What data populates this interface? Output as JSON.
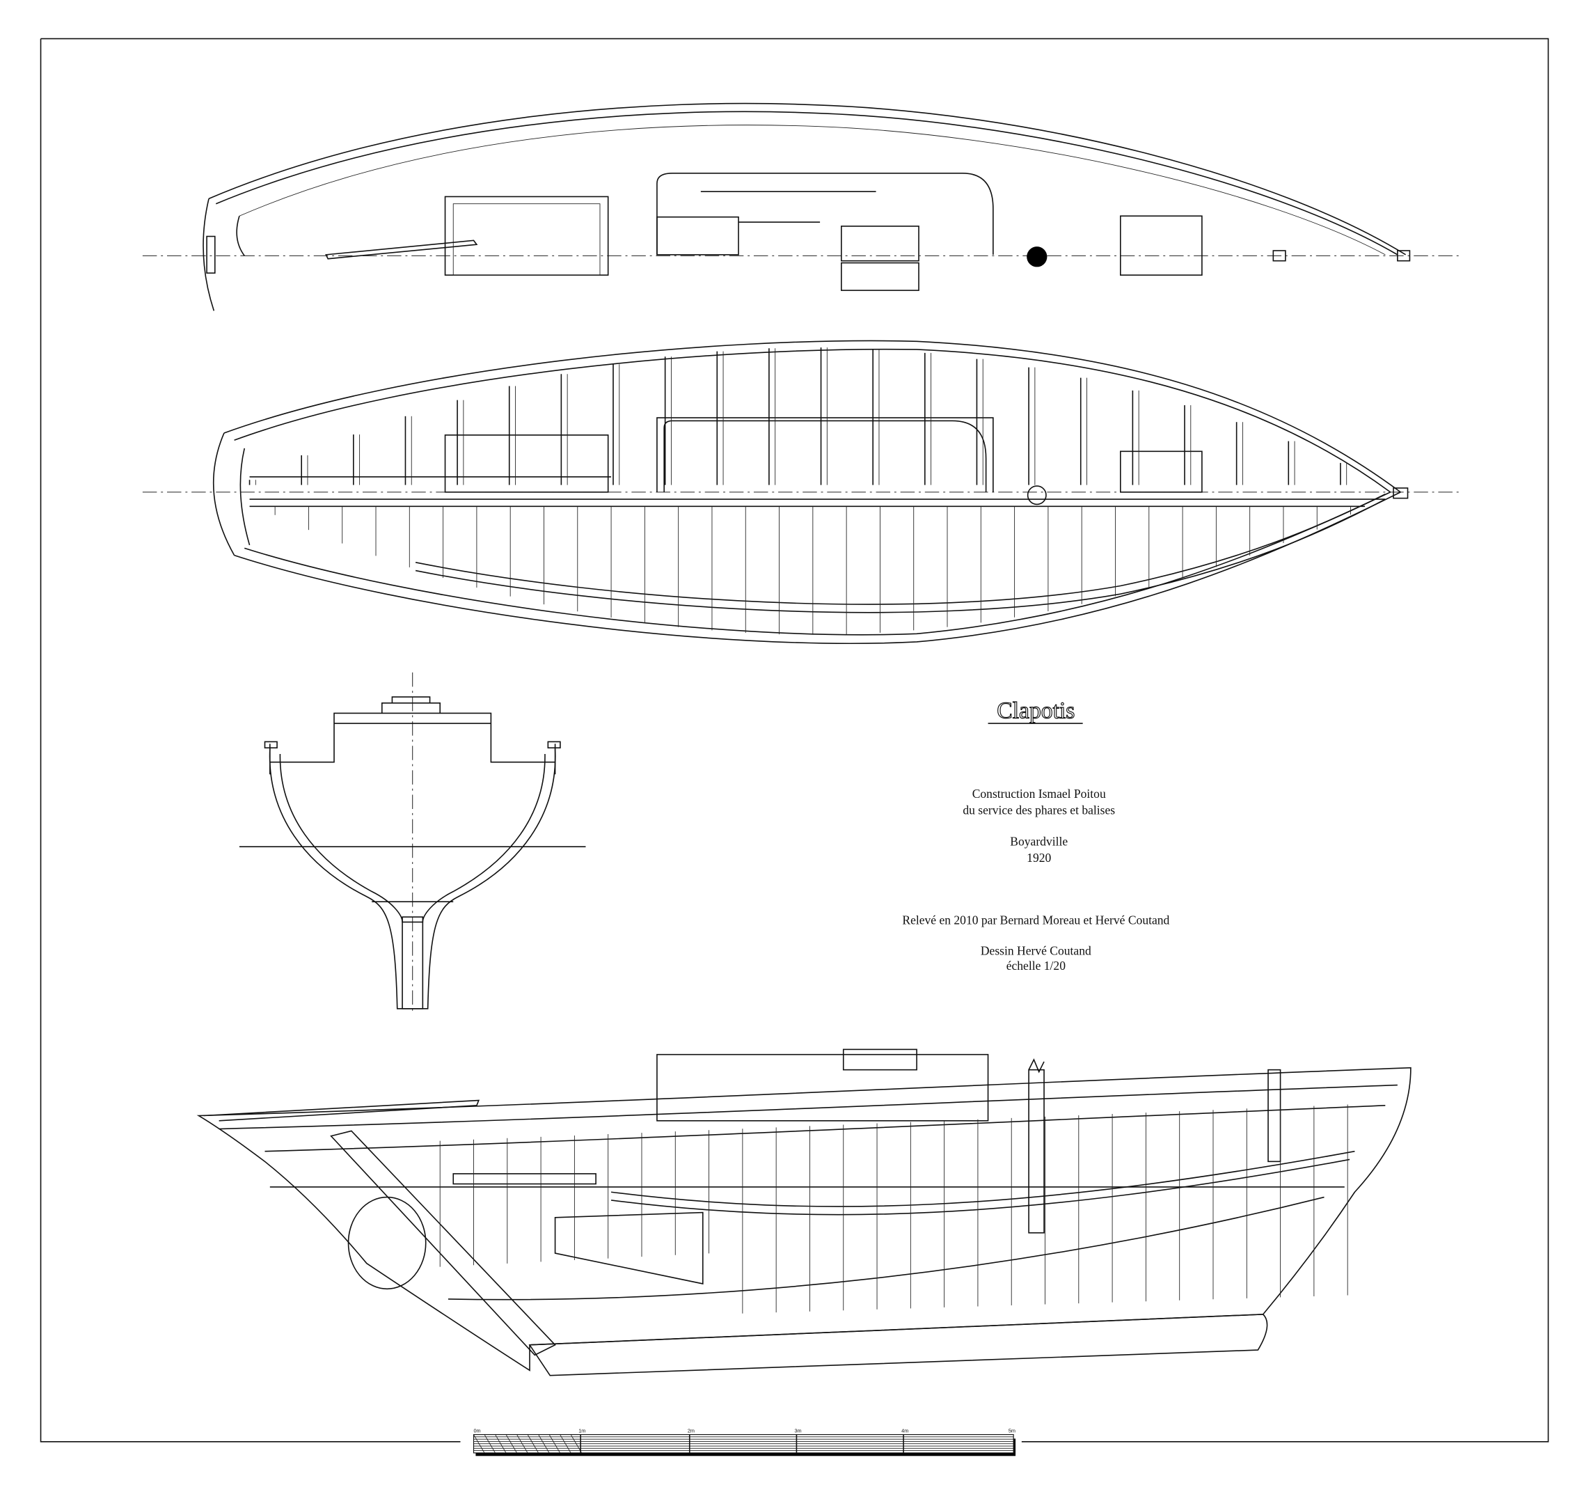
{
  "title": "Clapotis",
  "info": {
    "line1": "Construction Ismael Poitou",
    "line2": "du service des phares et balises",
    "place": "Boyardville",
    "year": "1920",
    "survey": "Relevé en 2010 par Bernard Moreau et Hervé Coutand",
    "drawing": "Dessin Hervé Coutand",
    "scale": "échelle 1/20"
  },
  "scale_bar": {
    "labels": [
      "0m",
      "1m",
      "2m",
      "3m",
      "4m",
      "5m"
    ]
  }
}
